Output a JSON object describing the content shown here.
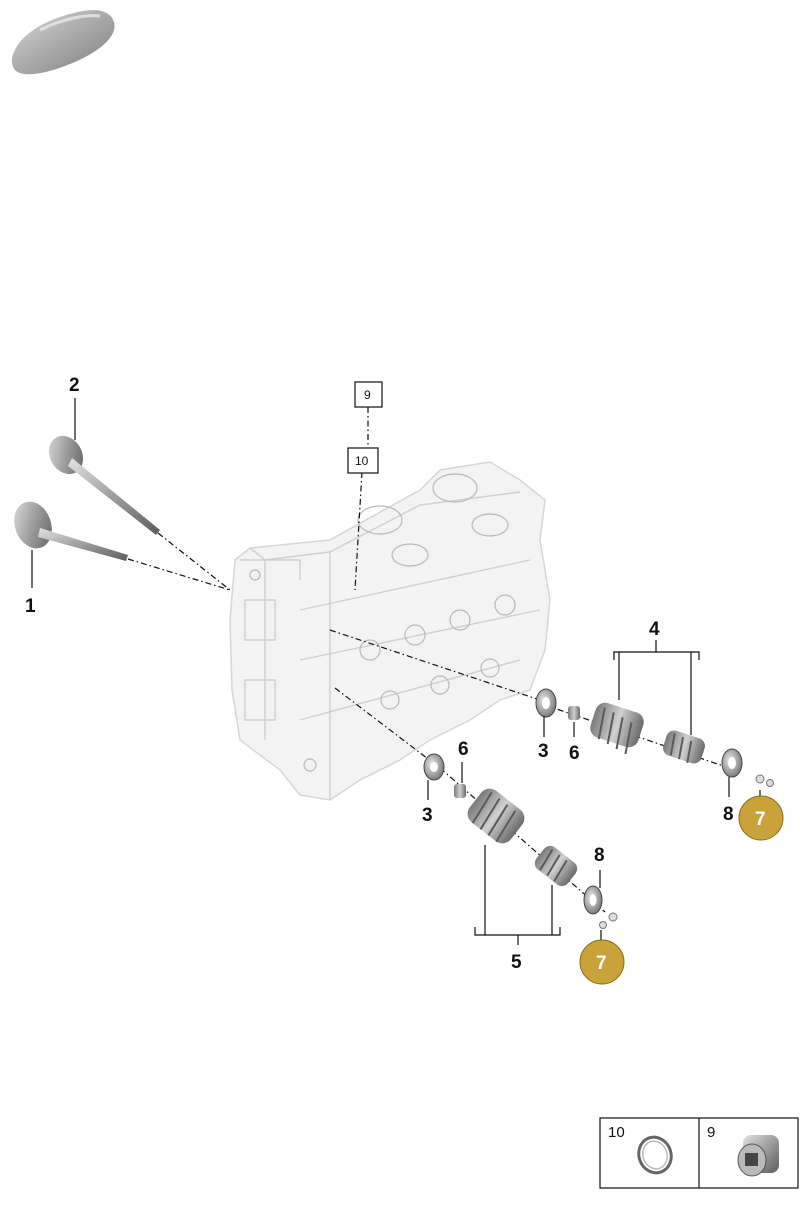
{
  "callouts": {
    "c1": "1",
    "c2": "2",
    "c3a": "3",
    "c3b": "3",
    "c4": "4",
    "c5": "5",
    "c6a": "6",
    "c6b": "6",
    "c8a": "8",
    "c8b": "8"
  },
  "boxed_callouts": {
    "b9": "9",
    "b10": "10"
  },
  "highlight_badges": {
    "badge_a": "7",
    "badge_b": "7",
    "color": "#c9a23a"
  },
  "parts_table": {
    "cell_left_number": "10",
    "cell_right_number": "9"
  },
  "icons": [
    "car-silhouette-icon",
    "cylinder-head-illustration",
    "sealing-ring-icon",
    "screw-plug-icon"
  ]
}
